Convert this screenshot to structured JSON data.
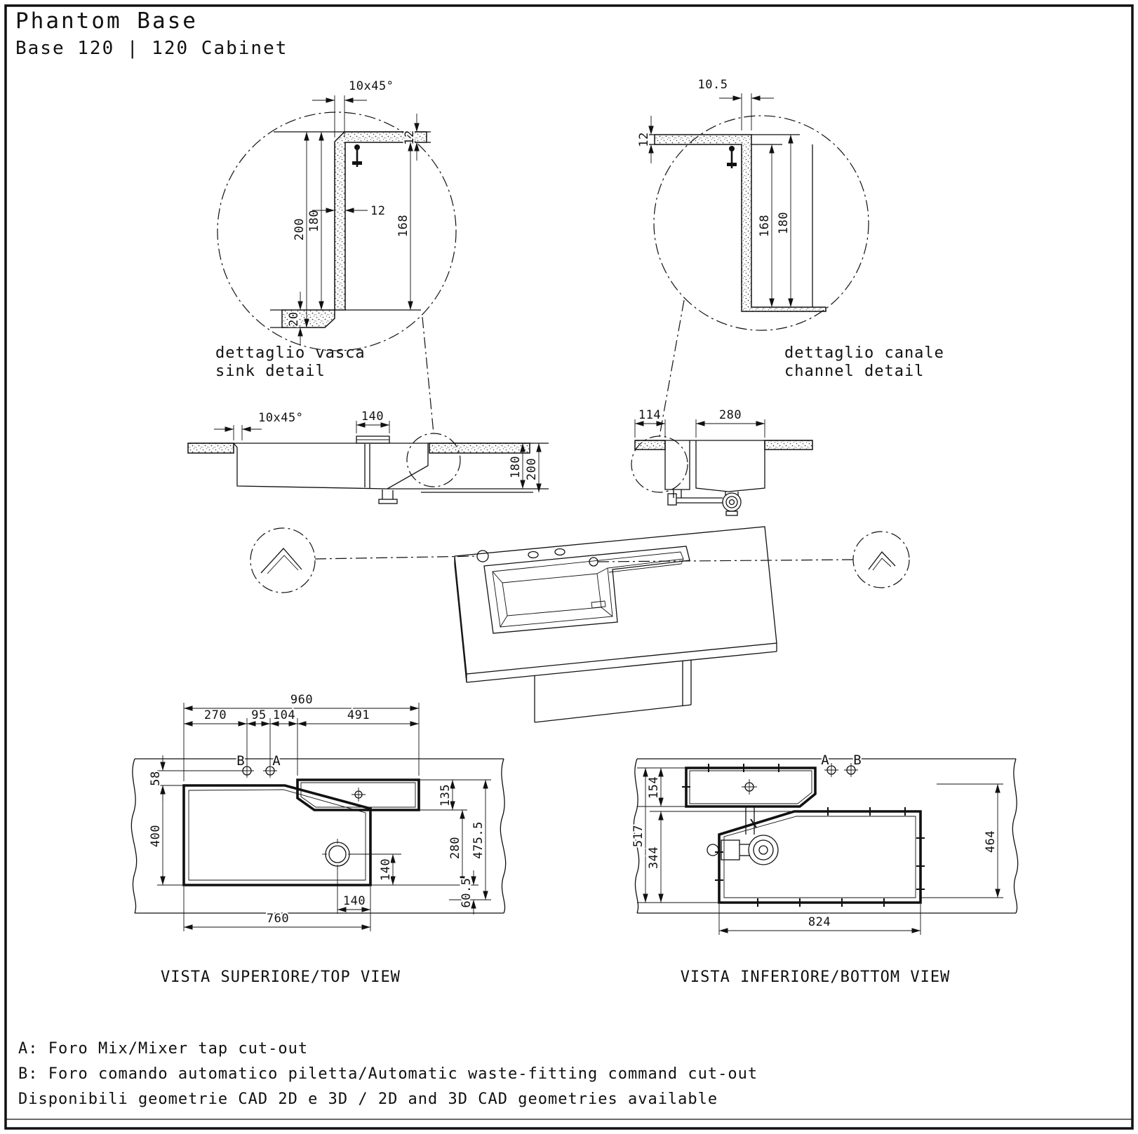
{
  "sheet": {
    "title": "Phantom Base",
    "subtitle": "Base 120 | 120 Cabinet"
  },
  "detail_sink": {
    "caption_line1": "dettaglio vasca",
    "caption_line2": "sink detail",
    "dim_chamfer": "10x45°",
    "dim_top_thickness": "12",
    "dim_outer_depth": "200",
    "dim_inner_depth": "180",
    "dim_wall": "12",
    "dim_wall_height": "168",
    "dim_bottom": "20"
  },
  "detail_channel": {
    "caption_line1": "dettaglio canale",
    "caption_line2": "channel detail",
    "dim_top_width": "10.5",
    "dim_top_thickness": "12",
    "dim_inner_height": "168",
    "dim_outer_height": "180"
  },
  "section_front": {
    "dim_chamfer": "10x45°",
    "dim_drain": "140",
    "dim_inner_depth": "180",
    "dim_outer_depth": "200"
  },
  "section_cross": {
    "dim_left": "114",
    "dim_bowl": "280"
  },
  "top_view": {
    "caption": "VISTA SUPERIORE/TOP VIEW",
    "hole_a": "A",
    "hole_b": "B",
    "dim_total_width": "960",
    "dim_270": "270",
    "dim_95": "95",
    "dim_104": "104",
    "dim_491": "491",
    "dim_58": "58",
    "dim_400": "400",
    "dim_135": "135",
    "dim_280": "280",
    "dim_605": "60.5",
    "dim_4755": "475.5",
    "dim_140_side": "140",
    "dim_140_bottom": "140",
    "dim_760": "760"
  },
  "bottom_view": {
    "caption": "VISTA INFERIORE/BOTTOM VIEW",
    "hole_a": "A",
    "hole_b": "B",
    "dim_154": "154",
    "dim_517": "517",
    "dim_344": "344",
    "dim_464": "464",
    "dim_824": "824"
  },
  "notes": {
    "note_a": "A: Foro Mix/Mixer tap cut-out",
    "note_b": "B: Foro comando automatico piletta/Automatic waste-fitting command cut-out",
    "note_cad": "Disponibili geometrie CAD 2D e 3D / 2D and 3D CAD geometries available"
  }
}
